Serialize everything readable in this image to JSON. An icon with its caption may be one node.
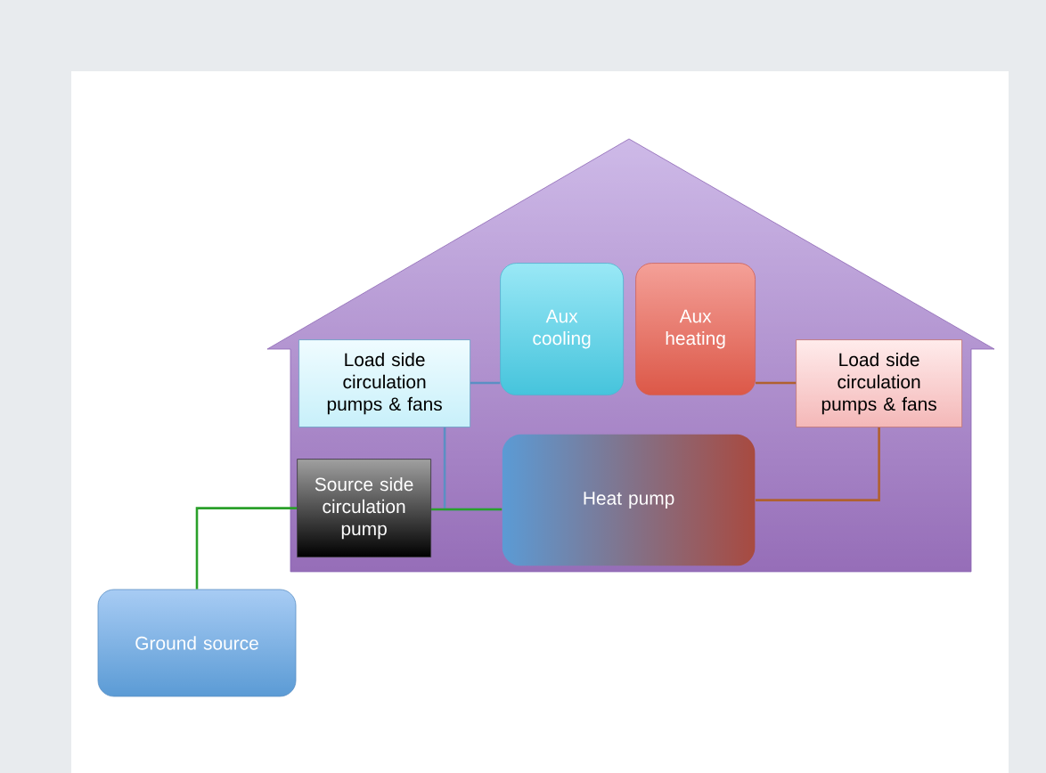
{
  "diagram": {
    "nodes": [
      {
        "text": [],
        "shape": "house"
      },
      {
        "text": [
          "Aux cooling"
        ],
        "in": 0
      },
      {
        "text": [
          "Aux heating"
        ],
        "in": 0
      },
      {
        "text": [
          "Load side circulation pumps & fans"
        ],
        "in": 0
      },
      {
        "text": [
          "Load side circulation pumps & fans"
        ],
        "in": 0
      },
      {
        "text": [
          "Source side circulation pump"
        ],
        "in": 0
      },
      {
        "text": [
          "Heat pump"
        ],
        "in": 0
      },
      {
        "text": [
          "Ground source"
        ]
      }
    ],
    "edges": [
      {
        "from": 3,
        "to": 1,
        "arrow": "none",
        "color": "#5b8fc4"
      },
      {
        "from": 2,
        "to": 4,
        "arrow": "none",
        "color": "#b0612f"
      },
      {
        "from": 3,
        "to": 6,
        "arrow": "none",
        "color": "#5b8fc4"
      },
      {
        "from": 5,
        "to": 6,
        "arrow": "none",
        "color": "#2aa02a"
      },
      {
        "from": 6,
        "to": 4,
        "arrow": "none",
        "color": "#b0612f"
      },
      {
        "from": 7,
        "to": 5,
        "arrow": "none",
        "color": "#2aa02a"
      }
    ]
  }
}
